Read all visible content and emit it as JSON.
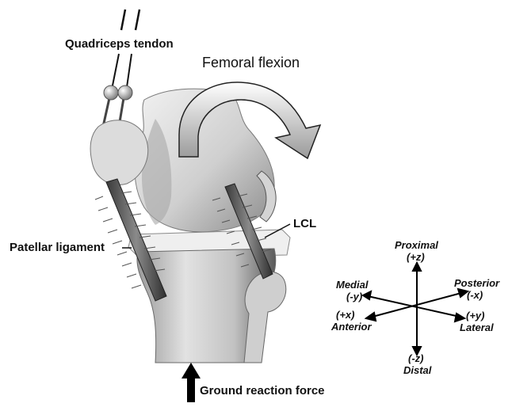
{
  "labels": {
    "quadriceps_tendon": "Quadriceps tendon",
    "femoral_flexion": "Femoral flexion",
    "lcl": "LCL",
    "patellar_ligament": "Patellar ligament",
    "ground_reaction_force": "Ground reaction force"
  },
  "axes": {
    "proximal": "Proximal",
    "proximal_sign": "(+z)",
    "distal_sign": "(-z)",
    "distal": "Distal",
    "medial": "Medial",
    "medial_sign": "(-y)",
    "anterior_sign": "(+x)",
    "anterior": "Anterior",
    "posterior": "Posterior",
    "posterior_sign": "(-x)",
    "lateral_sign": "(+y)",
    "lateral": "Lateral"
  },
  "colors": {
    "bone_light": "#e6e6e6",
    "bone_mid": "#bdbdbd",
    "bone_dark": "#6f6f6f",
    "ink": "#111111"
  }
}
